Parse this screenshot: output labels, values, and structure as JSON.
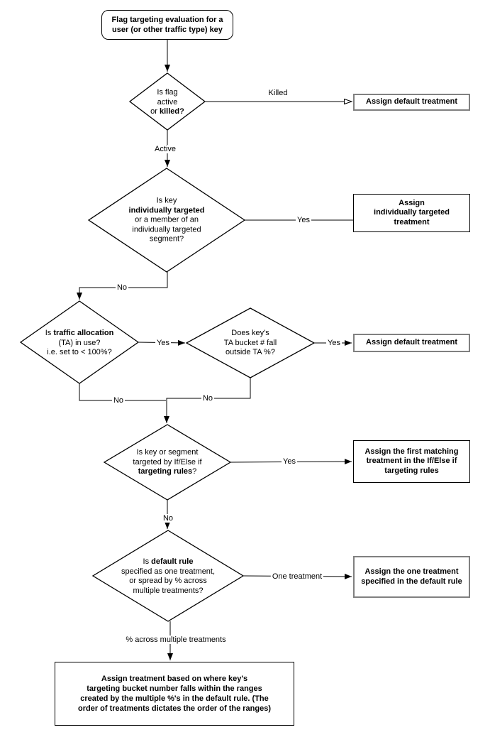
{
  "colors": {
    "background": "#ffffff",
    "shape_stroke": "#000000",
    "gray_box_border": "#808080",
    "text": "#000000"
  },
  "nodes": {
    "start": {
      "label": "Flag targeting evaluation for a\nuser (or other traffic type) key"
    },
    "decisions": {
      "flag_active": {
        "segments": [
          {
            "t": "Is flag\nactive\nor ",
            "b": 0
          },
          {
            "t": "killed?",
            "b": 1
          }
        ]
      },
      "individually_targeted": {
        "segments": [
          {
            "t": "Is key\n",
            "b": 0
          },
          {
            "t": "individually targeted",
            "b": 1
          },
          {
            "t": "\nor a member of an\nindividually targeted\nsegment?",
            "b": 0
          }
        ]
      },
      "traffic_allocation": {
        "segments": [
          {
            "t": "Is ",
            "b": 0
          },
          {
            "t": "traffic allocation",
            "b": 1
          },
          {
            "t": "\n(TA) in use?\ni.e. set to < 100%?",
            "b": 0
          }
        ]
      },
      "ta_bucket": {
        "segments": [
          {
            "t": "Does key's\nTA bucket # fall\noutside TA %?",
            "b": 0
          }
        ]
      },
      "targeting_rules": {
        "segments": [
          {
            "t": "Is key or segment\ntargeted by If/Else if\n",
            "b": 0
          },
          {
            "t": "targeting rules",
            "b": 1
          },
          {
            "t": "?",
            "b": 0
          }
        ]
      },
      "default_rule": {
        "segments": [
          {
            "t": "Is ",
            "b": 0
          },
          {
            "t": "default rule",
            "b": 1
          },
          {
            "t": "\nspecified as one treatment,\nor spread by % across\nmultiple treatments?",
            "b": 0
          }
        ]
      }
    },
    "outcomes": {
      "default_treatment_killed": {
        "label": "Assign default treatment"
      },
      "individually_targeted_treatment": {
        "label": "Assign\nindividually targeted\ntreatment"
      },
      "default_treatment_ta": {
        "label": "Assign default treatment"
      },
      "first_matching_treatment": {
        "label": "Assign the first matching\ntreatment in the If/Else if\ntargeting rules"
      },
      "one_treatment_default_rule": {
        "label": "Assign the one treatment\nspecified in the default rule"
      },
      "bucket_range_treatment": {
        "label": "Assign treatment based on where key's\ntargeting bucket number falls within the ranges\ncreated by the multiple %'s in the default rule. (The\norder of treatments dictates the order of the ranges)"
      }
    }
  },
  "edge_labels": {
    "killed": "Killed",
    "active": "Active",
    "yes_individually": "Yes",
    "no_individually": "No",
    "yes_traffic_allocation": "Yes",
    "yes_outside_ta": "Yes",
    "no_traffic_allocation": "No",
    "no_outside_ta": "No",
    "yes_targeting_rules": "Yes",
    "no_targeting_rules": "No",
    "one_treatment": "One treatment",
    "percent_across": "% across multiple treatments"
  }
}
